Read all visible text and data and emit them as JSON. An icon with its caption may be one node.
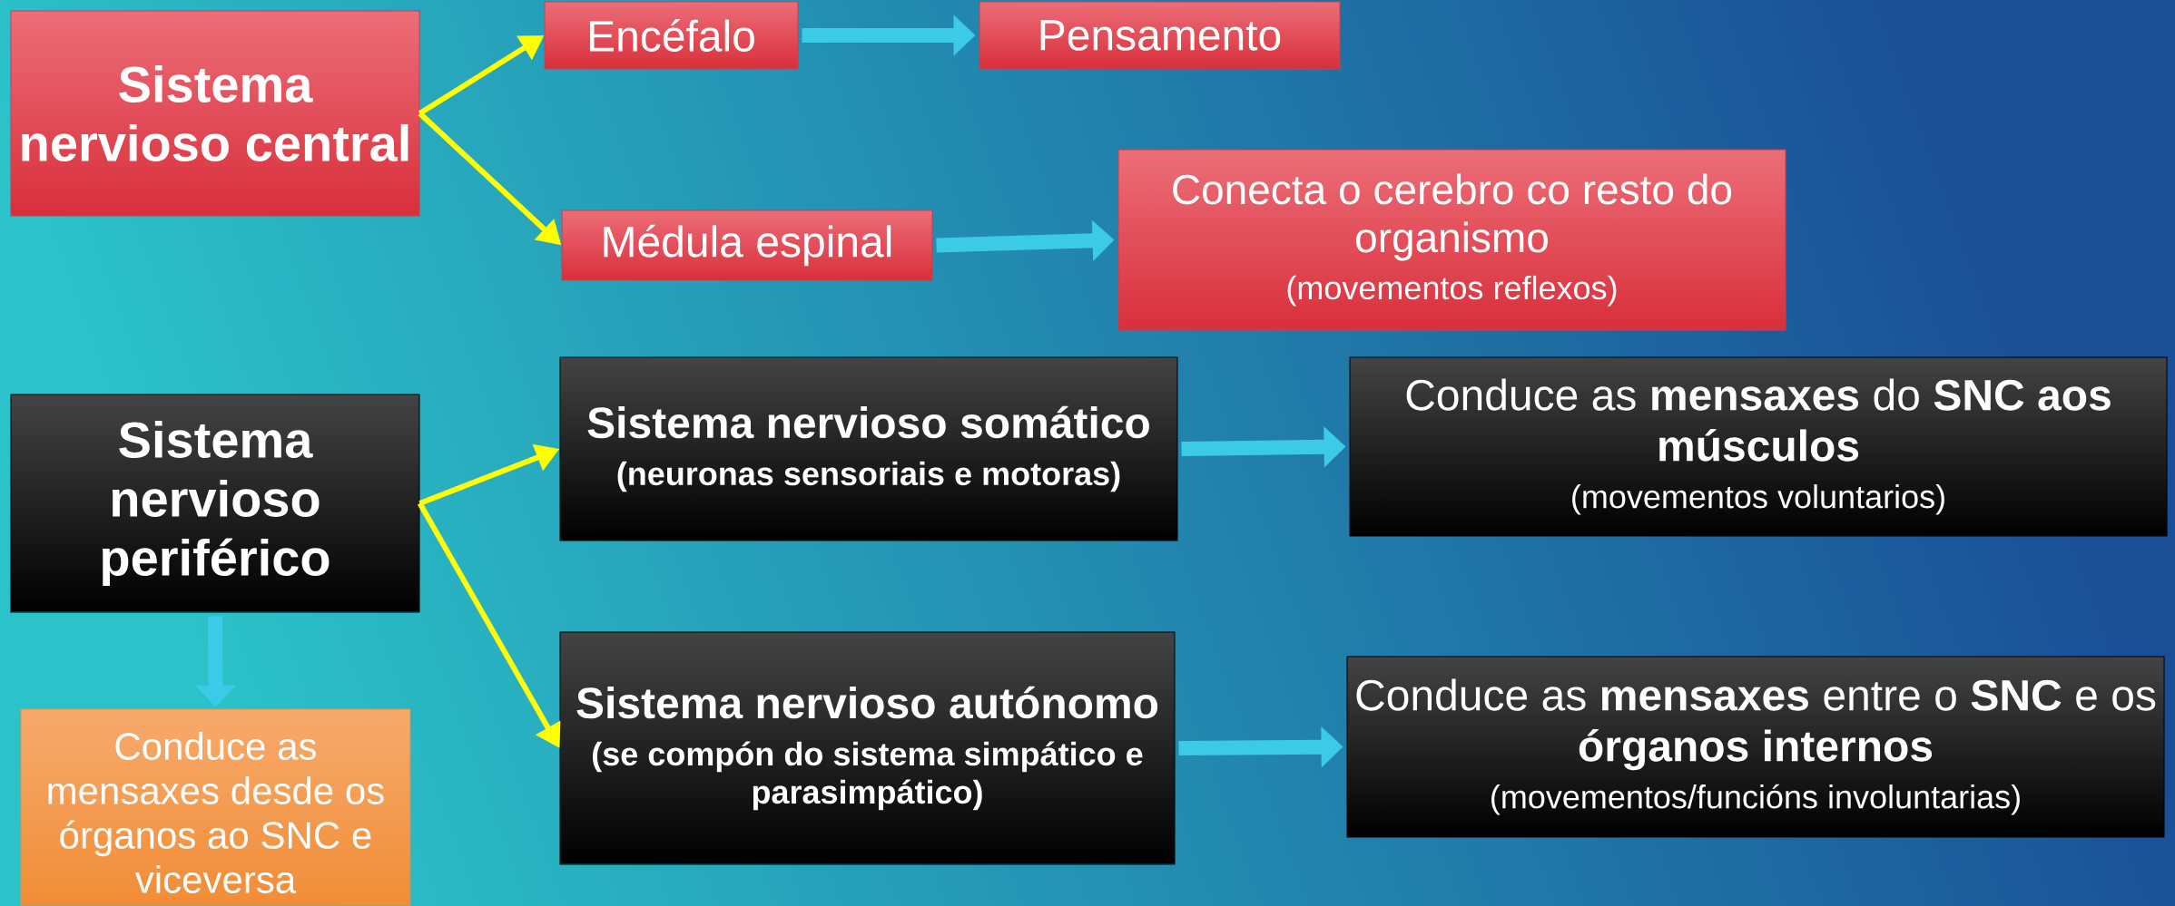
{
  "diagram": {
    "nodes": [
      {
        "text": [
          "Sistema nervioso central"
        ]
      },
      {
        "text": [
          "Encéfalo"
        ]
      },
      {
        "text": [
          "Pensamento"
        ]
      },
      {
        "text": [
          "Médula espinal"
        ]
      },
      {
        "text": [
          "Conecta o cerebro co resto do organismo",
          "(movementos reflexos)"
        ]
      },
      {
        "text": [
          "Sistema nervioso periférico"
        ]
      },
      {
        "text": [
          "Sistema nervioso somático",
          "(neuronas sensoriais e motoras)"
        ]
      },
      {
        "text": [
          "Conduce as **mensaxes** do **SNC aos músculos**",
          "(movementos voluntarios)"
        ]
      },
      {
        "text": [
          "Sistema nervioso autónomo",
          "(se compón do sistema simpático e parasimpático)"
        ]
      },
      {
        "text": [
          "Conduce as **mensaxes** entre o **SNC** e os **órganos internos**",
          "(movementos/funcións involuntarias)"
        ]
      },
      {
        "text": [
          "Conduce as mensaxes desde os órganos ao SNC e viceversa"
        ]
      }
    ],
    "edges": [
      {
        "from": 0,
        "to": 1,
        "arrow": "to",
        "color": "#ffff00"
      },
      {
        "from": 0,
        "to": 3,
        "arrow": "to",
        "color": "#ffff00"
      },
      {
        "from": 1,
        "to": 2,
        "arrow": "to"
      },
      {
        "from": 3,
        "to": 4,
        "arrow": "to"
      },
      {
        "from": 5,
        "to": 6,
        "arrow": "to",
        "color": "#ffff00"
      },
      {
        "from": 5,
        "to": 8,
        "arrow": "to",
        "color": "#ffff00"
      },
      {
        "from": 6,
        "to": 7,
        "arrow": "to"
      },
      {
        "from": 8,
        "to": 9,
        "arrow": "to"
      },
      {
        "from": 5,
        "to": 10,
        "arrow": "to"
      }
    ]
  }
}
